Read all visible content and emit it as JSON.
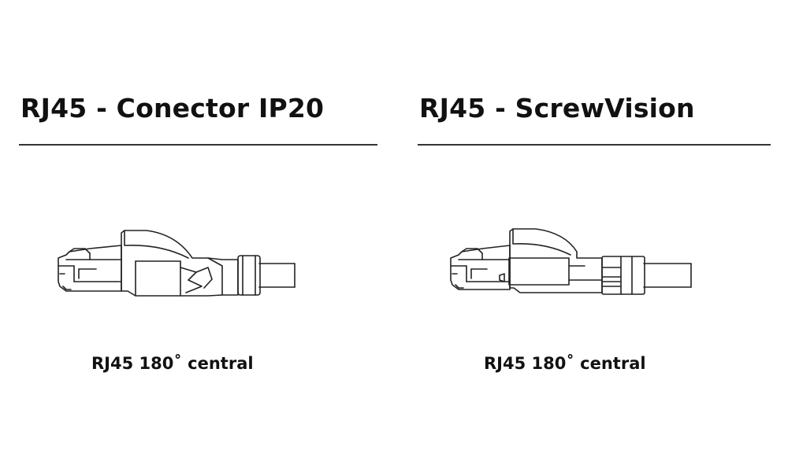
{
  "panels": [
    {
      "title": "RJ45 - Conector IP20",
      "caption": "RJ45 180˚ central"
    },
    {
      "title": "RJ45 - ScrewVision",
      "caption": "RJ45 180˚ central"
    }
  ],
  "colors": {
    "line": "#222222",
    "rule": "#333333",
    "background": "#ffffff"
  }
}
